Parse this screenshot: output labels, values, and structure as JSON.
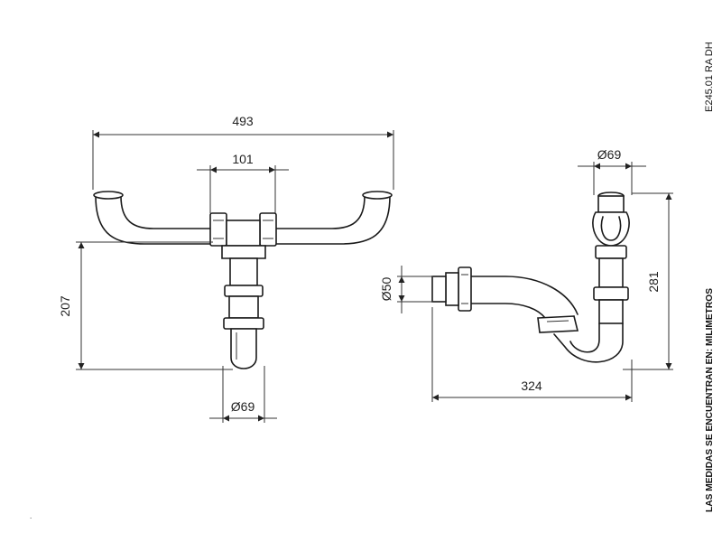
{
  "dimensions": {
    "overall_width": "493",
    "inlet_spacing": "101",
    "left_height": "207",
    "left_outlet_diameter": "Ø69",
    "right_inlet_diameter": "Ø69",
    "right_side_outlet_diameter": "Ø50",
    "right_height": "281",
    "right_width": "324"
  },
  "side_labels": {
    "drawing_code": "E245.01 RA DH",
    "units_note": "LAS MEDIDAS SE ENCUENTRAN EN: MILIMETROS"
  },
  "corner_mark": "."
}
